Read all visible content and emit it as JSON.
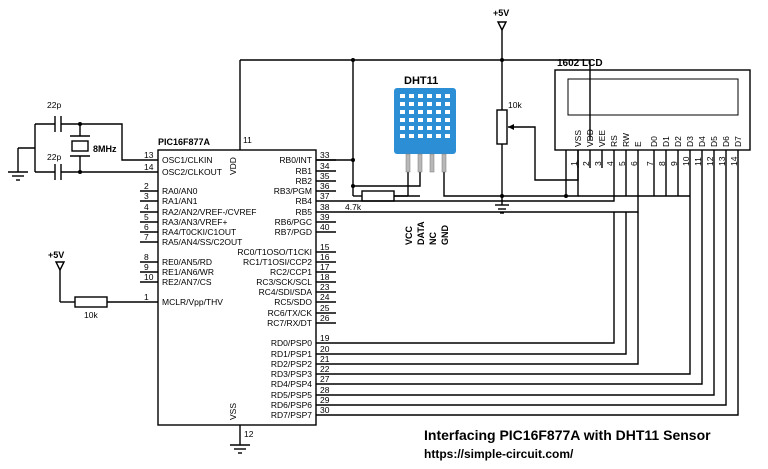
{
  "title": "Interfacing PIC16F877A with DHT11 Sensor",
  "url": "https://simple-circuit.com/",
  "mcu": {
    "name": "PIC16F877A",
    "vdd_label": "VDD",
    "vdd_pin": "11",
    "vss_label": "VSS",
    "vss_pin": "12",
    "left_pins": [
      {
        "num": "13",
        "label": "OSC1/CLKIN"
      },
      {
        "num": "14",
        "label": "OSC2/CLKOUT"
      },
      {
        "num": "2",
        "label": "RA0/AN0"
      },
      {
        "num": "3",
        "label": "RA1/AN1"
      },
      {
        "num": "4",
        "label": "RA2/AN2/VREF-/CVREF"
      },
      {
        "num": "5",
        "label": "RA3/AN3/VREF+"
      },
      {
        "num": "6",
        "label": "RA4/T0CKI/C1OUT"
      },
      {
        "num": "7",
        "label": "RA5/AN4/SS/C2OUT"
      },
      {
        "num": "8",
        "label": "RE0/AN5/RD"
      },
      {
        "num": "9",
        "label": "RE1/AN6/WR"
      },
      {
        "num": "10",
        "label": "RE2/AN7/CS"
      },
      {
        "num": "1",
        "label": "MCLR/Vpp/THV"
      }
    ],
    "right_pins": [
      {
        "num": "33",
        "label": "RB0/INT"
      },
      {
        "num": "34",
        "label": "RB1"
      },
      {
        "num": "35",
        "label": "RB2"
      },
      {
        "num": "36",
        "label": "RB3/PGM"
      },
      {
        "num": "37",
        "label": "RB4"
      },
      {
        "num": "38",
        "label": "RB5"
      },
      {
        "num": "39",
        "label": "RB6/PGC"
      },
      {
        "num": "40",
        "label": "RB7/PGD"
      },
      {
        "num": "15",
        "label": "RC0/T1OSO/T1CKI"
      },
      {
        "num": "16",
        "label": "RC1/T1OSI/CCP2"
      },
      {
        "num": "17",
        "label": "RC2/CCP1"
      },
      {
        "num": "18",
        "label": "RC3/SCK/SCL"
      },
      {
        "num": "23",
        "label": "RC4/SDI/SDA"
      },
      {
        "num": "24",
        "label": "RC5/SDO"
      },
      {
        "num": "25",
        "label": "RC6/TX/CK"
      },
      {
        "num": "26",
        "label": "RC7/RX/DT"
      },
      {
        "num": "19",
        "label": "RD0/PSP0"
      },
      {
        "num": "20",
        "label": "RD1/PSP1"
      },
      {
        "num": "21",
        "label": "RD2/PSP2"
      },
      {
        "num": "22",
        "label": "RD3/PSP3"
      },
      {
        "num": "27",
        "label": "RD4/PSP4"
      },
      {
        "num": "28",
        "label": "RD5/PSP5"
      },
      {
        "num": "29",
        "label": "RD6/PSP6"
      },
      {
        "num": "30",
        "label": "RD7/PSP7"
      }
    ]
  },
  "crystal": {
    "label": "8MHz",
    "cap1": "22p",
    "cap2": "22p"
  },
  "mclr": {
    "supply": "+5V",
    "resistor": "10k"
  },
  "supply": {
    "label": "+5V"
  },
  "pot": {
    "label": "10k"
  },
  "pullup": {
    "label": "4.7k"
  },
  "dht": {
    "name": "DHT11",
    "pins": [
      "VCC",
      "DATA",
      "NC",
      "GND"
    ]
  },
  "lcd": {
    "name": "1602 LCD",
    "pins": [
      {
        "label": "VSS",
        "num": "1"
      },
      {
        "label": "VDD",
        "num": "2"
      },
      {
        "label": "VEE",
        "num": "3"
      },
      {
        "label": "RS",
        "num": "4"
      },
      {
        "label": "RW",
        "num": "5"
      },
      {
        "label": "E",
        "num": "6"
      },
      {
        "label": "D0",
        "num": "7"
      },
      {
        "label": "D1",
        "num": "8"
      },
      {
        "label": "D2",
        "num": "9"
      },
      {
        "label": "D3",
        "num": "10"
      },
      {
        "label": "D4",
        "num": "11"
      },
      {
        "label": "D5",
        "num": "12"
      },
      {
        "label": "D6",
        "num": "13"
      },
      {
        "label": "D7",
        "num": "14"
      }
    ]
  },
  "colors": {
    "dht_body": "#2c8fd6",
    "dht_grid": "#ffffff",
    "dht_pin": "#b8b8b8"
  }
}
